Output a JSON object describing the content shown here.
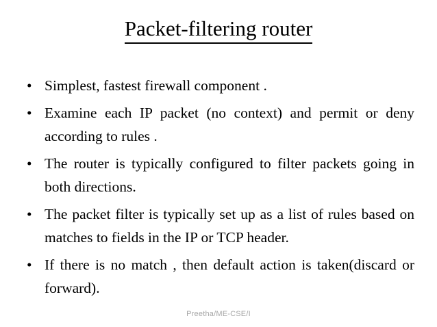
{
  "slide": {
    "title": "Packet-filtering router",
    "footer": "Preetha/ME-CSE/I",
    "bullet_marker": "•",
    "colors": {
      "background": "#ffffff",
      "text": "#000000",
      "footer_text": "#a6a6a6",
      "title_underline": "#000000"
    },
    "bullets": [
      {
        "text": "Simplest, fastest firewall component ."
      },
      {
        "text": "Examine each IP packet (no context) and permit or deny according to rules ."
      },
      {
        "text": "The router is typically configured to filter packets going in both directions."
      },
      {
        "text": "The packet filter is typically set up as a list of rules based on matches to fields in the IP or TCP header."
      },
      {
        "text": "If there is no match , then default action is taken(discard or forward)."
      }
    ]
  }
}
